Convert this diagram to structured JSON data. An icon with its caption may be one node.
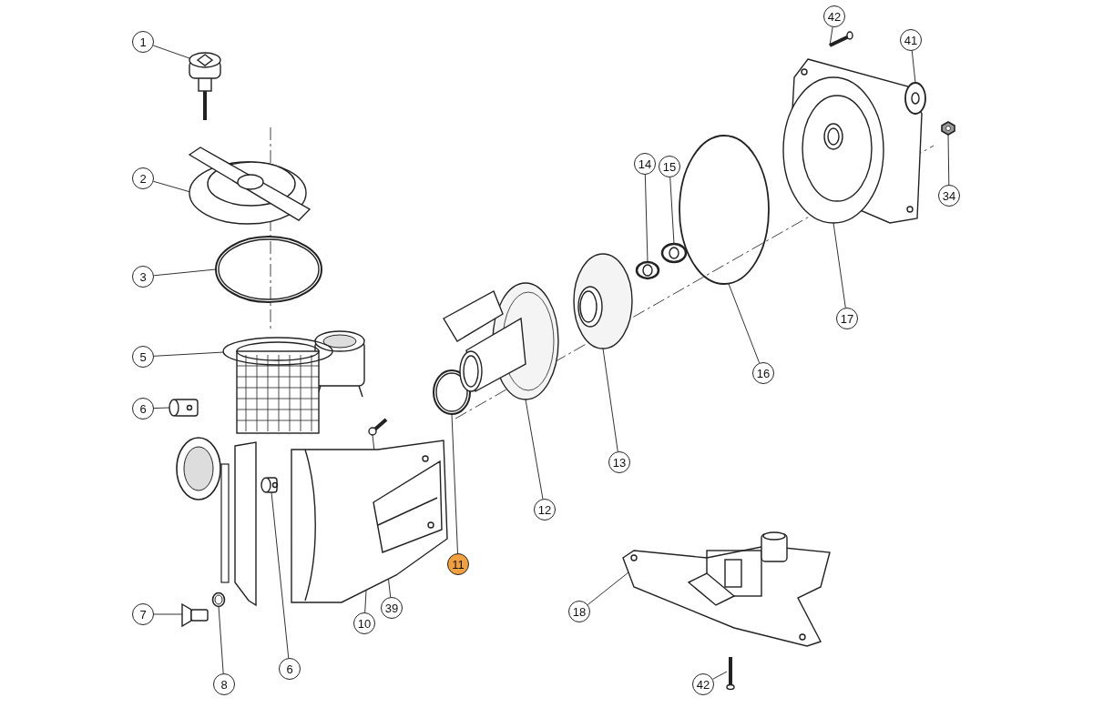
{
  "diagram": {
    "nodes": [
      {
        "text": [
          "1"
        ]
      },
      {
        "text": [
          "2"
        ]
      },
      {
        "text": [
          "3"
        ]
      },
      {
        "text": [
          "5"
        ]
      },
      {
        "text": [
          "6"
        ]
      },
      {
        "text": [
          "7"
        ]
      },
      {
        "text": [
          "8"
        ]
      },
      {
        "text": [
          "6"
        ]
      },
      {
        "text": [
          "10"
        ]
      },
      {
        "text": [
          "39"
        ]
      },
      {
        "text": [
          "11"
        ]
      },
      {
        "text": [
          "12"
        ]
      },
      {
        "text": [
          "13"
        ]
      },
      {
        "text": [
          "14"
        ]
      },
      {
        "text": [
          "15"
        ]
      },
      {
        "text": [
          "16"
        ]
      },
      {
        "text": [
          "17"
        ]
      },
      {
        "text": [
          "42"
        ]
      },
      {
        "text": [
          "41"
        ]
      },
      {
        "text": [
          "34"
        ]
      },
      {
        "text": [
          "18"
        ]
      },
      {
        "text": [
          "42"
        ]
      },
      {
        "text": [],
        "shape": "picture"
      },
      {
        "text": [],
        "shape": "picture"
      },
      {
        "text": [],
        "shape": "picture"
      },
      {
        "text": [],
        "shape": "picture"
      },
      {
        "text": [],
        "shape": "picture"
      },
      {
        "text": [],
        "shape": "picture"
      },
      {
        "text": [],
        "shape": "picture"
      },
      {
        "text": [],
        "shape": "picture"
      },
      {
        "text": [],
        "shape": "picture"
      },
      {
        "text": [],
        "shape": "picture"
      },
      {
        "text": [],
        "shape": "picture"
      },
      {
        "text": [],
        "shape": "picture"
      },
      {
        "text": [],
        "shape": "picture"
      },
      {
        "text": [],
        "shape": "picture"
      },
      {
        "text": [],
        "shape": "picture"
      },
      {
        "text": [],
        "shape": "circle"
      },
      {
        "text": [],
        "shape": "picture"
      },
      {
        "text": [],
        "shape": "picture"
      },
      {
        "text": [],
        "shape": "picture"
      },
      {
        "text": [],
        "shape": "picture"
      },
      {
        "text": [],
        "shape": "picture"
      },
      {
        "text": [],
        "shape": "picture"
      }
    ],
    "edges": [
      {
        "from": 0,
        "to": 22,
        "arrow": "none"
      },
      {
        "from": 1,
        "to": 23,
        "arrow": "none"
      },
      {
        "from": 2,
        "to": 24,
        "arrow": "none"
      },
      {
        "from": 3,
        "to": 25,
        "arrow": "none"
      },
      {
        "from": 4,
        "to": 26,
        "arrow": "none"
      },
      {
        "from": 5,
        "to": 27,
        "arrow": "none"
      },
      {
        "from": 6,
        "to": 28,
        "arrow": "none"
      },
      {
        "from": 7,
        "to": 29,
        "arrow": "none"
      },
      {
        "from": 8,
        "to": 30,
        "arrow": "none"
      },
      {
        "from": 9,
        "to": 31,
        "arrow": "none"
      },
      {
        "from": 10,
        "to": 32,
        "arrow": "none"
      },
      {
        "from": 11,
        "to": 33,
        "arrow": "none"
      },
      {
        "from": 12,
        "to": 34,
        "arrow": "none"
      },
      {
        "from": 13,
        "to": 35,
        "arrow": "none"
      },
      {
        "from": 14,
        "to": 36,
        "arrow": "none"
      },
      {
        "from": 15,
        "to": 37,
        "arrow": "none"
      },
      {
        "from": 16,
        "to": 38,
        "arrow": "none"
      },
      {
        "from": 17,
        "to": 39,
        "arrow": "none"
      },
      {
        "from": 18,
        "to": 40,
        "arrow": "none"
      },
      {
        "from": 19,
        "to": 41,
        "arrow": "none"
      },
      {
        "from": 20,
        "to": 42,
        "arrow": "none"
      },
      {
        "from": 21,
        "to": 43,
        "arrow": "none"
      }
    ]
  }
}
